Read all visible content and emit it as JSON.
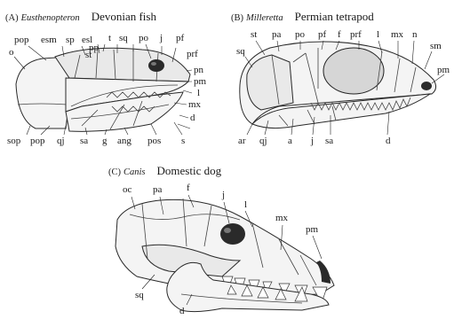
{
  "panel_a": {
    "letter": "(A)",
    "genus": "Eusthenopteron",
    "common_name": "Devonian fish",
    "labels": {
      "o": "o",
      "pop_top": "pop",
      "esm": "esm",
      "sp": "sp",
      "esl": "esl",
      "pp": "pp",
      "st": "st",
      "t": "t",
      "sq": "sq",
      "po": "po",
      "j": "j",
      "pf": "pf",
      "prf": "prf",
      "pn": "pn",
      "pm": "pm",
      "l": "l",
      "mx": "mx",
      "d": "d",
      "sop": "sop",
      "pop_bottom": "pop",
      "qj": "qj",
      "sa": "sa",
      "g": "g",
      "ang": "ang",
      "pos": "pos",
      "s": "s"
    }
  },
  "panel_b": {
    "letter": "(B)",
    "genus": "Milleretta",
    "common_name": "Permian tetrapod",
    "labels": {
      "st": "st",
      "pa": "pa",
      "po": "po",
      "pf": "pf",
      "f": "f",
      "prf": "prf",
      "l": "l",
      "mx": "mx",
      "n": "n",
      "sm": "sm",
      "pm": "pm",
      "sq": "sq",
      "ar": "ar",
      "qj": "qj",
      "a": "a",
      "j": "j",
      "sa": "sa",
      "d": "d"
    }
  },
  "panel_c": {
    "letter": "(C)",
    "genus": "Canis",
    "common_name": "Domestic dog",
    "labels": {
      "oc": "oc",
      "pa": "pa",
      "f": "f",
      "j": "j",
      "l": "l",
      "mx": "mx",
      "pm": "pm",
      "sq": "sq",
      "d": "d"
    }
  }
}
